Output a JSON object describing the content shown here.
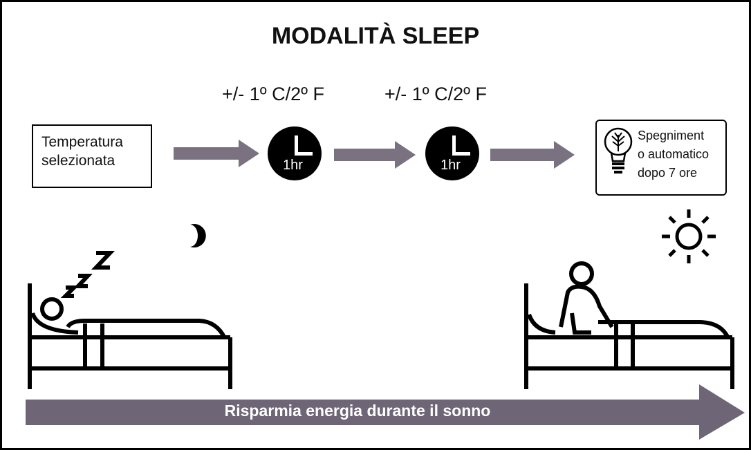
{
  "title": "MODALITÀ SLEEP",
  "steps": {
    "temp_change_1": "+/- 1º C/2º F",
    "temp_change_2": "+/- 1º C/2º F",
    "start_label_line1": "Temperatura",
    "start_label_line2": "selezionata",
    "timer_1_label": "1hr",
    "timer_2_label": "1hr",
    "end_label_line1": "Spegniment",
    "end_label_line2": "o automatico",
    "end_label_line3": "dopo 7 ore"
  },
  "banner": {
    "text": "Risparmia energia durante il sonno"
  },
  "icons": {
    "clock": "clock-icon",
    "lightbulb": "lightbulb-icon",
    "moon": "moon-icon",
    "sun": "sun-icon",
    "zzz": "zzz-icon",
    "sleeping_person": "sleeping-person-icon",
    "waking_person": "waking-person-icon"
  },
  "colors": {
    "arrow": "#7a7280",
    "banner": "#6e6676",
    "ink": "#000000"
  }
}
